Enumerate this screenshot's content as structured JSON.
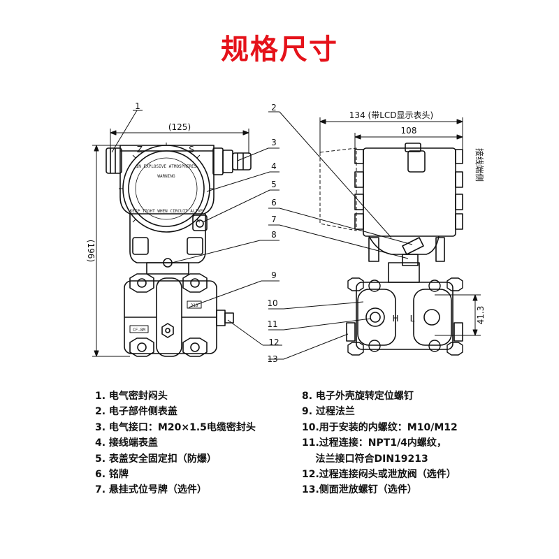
{
  "title": "规格尺寸",
  "front_view": {
    "dim_width": "(125)",
    "dim_height": "(196)",
    "cover_text_top": "IN EXPLOSIVE ATMOSPHERES",
    "cover_text_mid": "WARNING",
    "cover_text_bottom": "KEEP TIGHT WHEN CIRCUIT ALIVE",
    "terminal_z": "Z",
    "terminal_s": "S",
    "flange_tag_316": "316",
    "flange_tag_side": "CF-8M"
  },
  "side_view": {
    "dim_total": "134 (带LCD显示表头)",
    "dim_body": "108",
    "dim_flange": "41.3",
    "port_h": "H",
    "port_l": "L",
    "side_label": "接线端侧"
  },
  "callouts": {
    "c1": "1",
    "c2": "2",
    "c3": "3",
    "c4": "4",
    "c5": "5",
    "c6": "6",
    "c7": "7",
    "c8": "8",
    "c9": "9",
    "c10": "10",
    "c11": "11",
    "c12": "12",
    "c13": "13"
  },
  "legend_left": [
    "1.  电气密封闷头",
    "2.  电子部件侧表盖",
    "3.  电气接口：M20×1.5电缆密封头",
    "4.  接线端表盖",
    "5.  表盖安全固定扣（防爆）",
    "6.  铭牌",
    "7.  悬挂式位号牌（选件）"
  ],
  "legend_right": [
    "8.  电子外壳旋转定位螺钉",
    "9.  过程法兰",
    "10.用于安装的内螺纹：M10/M12",
    "11.过程连接：NPT1/4内螺纹，",
    "    法兰接口符合DIN19213",
    "12.过程连接闷头或泄放阀（选件）",
    "13.侧面泄放螺钉（选件）"
  ]
}
